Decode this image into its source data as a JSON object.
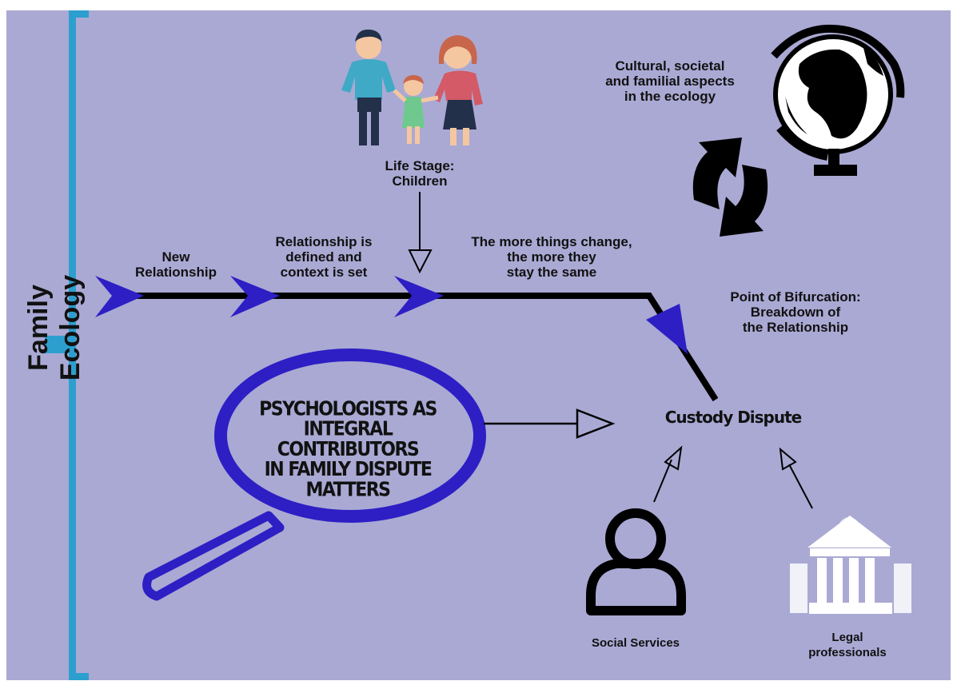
{
  "colors": {
    "background": "#aaa9d4",
    "bracket": "#2c9fcf",
    "arrowhead": "#2d1fc4",
    "timeline": "#000000",
    "lens": "#2d1fc4"
  },
  "sidebar": {
    "title": "Family Ecology"
  },
  "stages": [
    {
      "label": "New\nRelationship"
    },
    {
      "label": "Relationship is\ndefined and\ncontext is set"
    },
    {
      "label": "The more things change,\nthe more they\nstay the same"
    }
  ],
  "life_stage": {
    "label": "Life Stage:\nChildren",
    "icon": "family-icon"
  },
  "culture": {
    "label": "Cultural, societal\nand familial aspects\nin the ecology",
    "icons": [
      "globe-icon",
      "cycle-arrows-icon"
    ]
  },
  "bifurcation": {
    "label": "Point of Bifurcation:\nBreakdown of\nthe Relationship"
  },
  "lens": {
    "text": "PSYCHOLOGISTS AS\nINTEGRAL CONTRIBUTORS\nIN FAMILY DISPUTE\nMATTERS",
    "icon": "magnifier-icon"
  },
  "outcome": {
    "label": "Custody Dispute"
  },
  "actors": [
    {
      "label": "Social Services",
      "icon": "person-icon"
    },
    {
      "label": "Legal\nprofessionals",
      "icon": "courthouse-icon"
    }
  ]
}
